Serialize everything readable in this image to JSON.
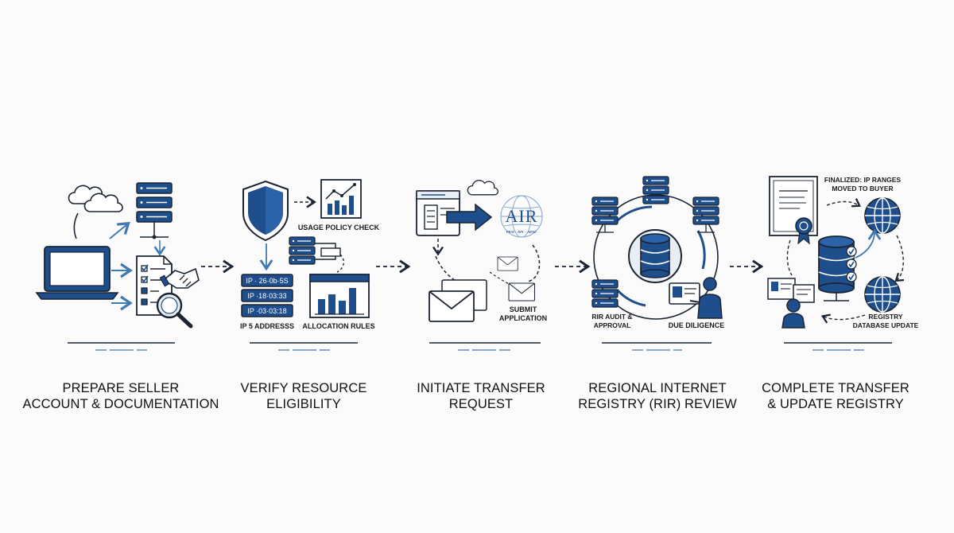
{
  "steps": [
    {
      "title_line1": "PREPARE SELLER",
      "title_line2": "ACCOUNT & DOCUMENTATION"
    },
    {
      "title_line1": "VERIFY RESOURCE",
      "title_line2": "ELIGIBILITY",
      "labels": {
        "usage_policy": "USAGE POLICY CHECK",
        "ip_row1": "IP · 26·0b·5S",
        "ip_row2": "IP ·18·03:33",
        "ip_row3": "IP ·03·03:18",
        "ip_addresses": "IP 5 ADDRESSS",
        "allocation_rules": "ALLOCATION RULES"
      }
    },
    {
      "title_line1": "INITIATE TRANSFER",
      "title_line2": "REQUEST",
      "labels": {
        "air_logo": "AIR",
        "air_tagline": "ᴘʀᴍ · ʀᴘɪ · ᴀʀɴᴄ",
        "submit_line1": "SUBMIT",
        "submit_line2": "APPLICATION"
      }
    },
    {
      "title_line1": "REGIONAL INTERNET",
      "title_line2": "REGISTRY (RIR) REVIEW",
      "labels": {
        "audit_line1": "RIR AUDIT &",
        "audit_line2": "APPROVAL",
        "due_diligence": "DUE DILIGENCE"
      }
    },
    {
      "title_line1": "COMPLETE TRANSFER",
      "title_line2": "& UPDATE REGISTRY",
      "labels": {
        "finalized_line1": "FINALIZED: IP RANGES",
        "finalized_line2": "MOVED TO BUYER",
        "registry_line1": "REGISTRY",
        "registry_line2": "DATABASE UPDATE"
      }
    }
  ],
  "colors": {
    "navy": "#1f4e8c",
    "outline": "#1a2433",
    "accent": "#3f7ab3",
    "light": "#e9eef5"
  },
  "icons": [
    "cloud-icon",
    "laptop-icon",
    "server-icon",
    "checklist-icon",
    "handshake-icon",
    "magnifier-icon",
    "shield-icon",
    "chart-icon",
    "envelope-icon",
    "browser-icon",
    "database-icon",
    "globe-icon",
    "certificate-icon",
    "person-icon",
    "arrow-icon"
  ]
}
